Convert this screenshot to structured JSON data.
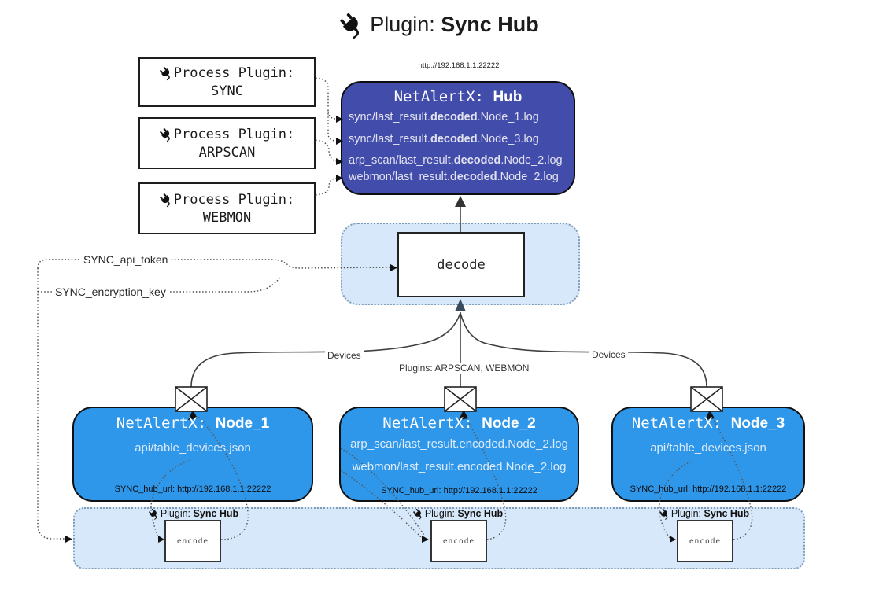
{
  "title": {
    "prefix": "Plugin:",
    "name": "Sync Hub"
  },
  "process_plugins": [
    {
      "label": "Process Plugin:",
      "name": "SYNC"
    },
    {
      "label": "Process Plugin:",
      "name": "ARPSCAN"
    },
    {
      "label": "Process Plugin:",
      "name": "WEBMON"
    }
  ],
  "hub": {
    "url": "http://192.168.1.1:22222",
    "title_prefix": "NetAlertX:",
    "title_name": "Hub",
    "logs": [
      {
        "pre": "sync/last_result.",
        "bold": "decoded",
        "post": ".Node_1.log"
      },
      {
        "pre": "sync/last_result.",
        "bold": "decoded",
        "post": ".Node_3.log"
      },
      {
        "pre": "arp_scan/last_result.",
        "bold": "decoded",
        "post": ".Node_2.log"
      },
      {
        "pre": "webmon/last_result.",
        "bold": "decoded",
        "post": ".Node_2.log"
      }
    ]
  },
  "decode": {
    "label": "decode"
  },
  "keys": {
    "api_token": "SYNC_api_token",
    "encryption_key": "SYNC_encryption_key"
  },
  "edges": {
    "devices_left": "Devices",
    "devices_right": "Devices",
    "plugins": "Plugins: ARPSCAN, WEBMON"
  },
  "nodes": [
    {
      "title_prefix": "NetAlertX:",
      "title_name": "Node_1",
      "files": [
        "api/table_devices.json"
      ],
      "hub_url": "SYNC_hub_url: http://192.168.1.1:22222"
    },
    {
      "title_prefix": "NetAlertX:",
      "title_name": "Node_2",
      "files": [
        "arp_scan/last_result.encoded.Node_2.log",
        "webmon/last_result.encoded.Node_2.log"
      ],
      "hub_url": "SYNC_hub_url: http://192.168.1.1:22222"
    },
    {
      "title_prefix": "NetAlertX:",
      "title_name": "Node_3",
      "files": [
        "api/table_devices.json"
      ],
      "hub_url": "SYNC_hub_url: http://192.168.1.1:22222"
    }
  ],
  "encoder": {
    "plugin_prefix": "Plugin:",
    "plugin_name": "Sync Hub",
    "label": "encode"
  },
  "colors": {
    "hub_fill": "#424cab",
    "node_fill": "#2f97ea",
    "band_fill": "#d7e8fa",
    "band_border": "#7f9db9"
  }
}
